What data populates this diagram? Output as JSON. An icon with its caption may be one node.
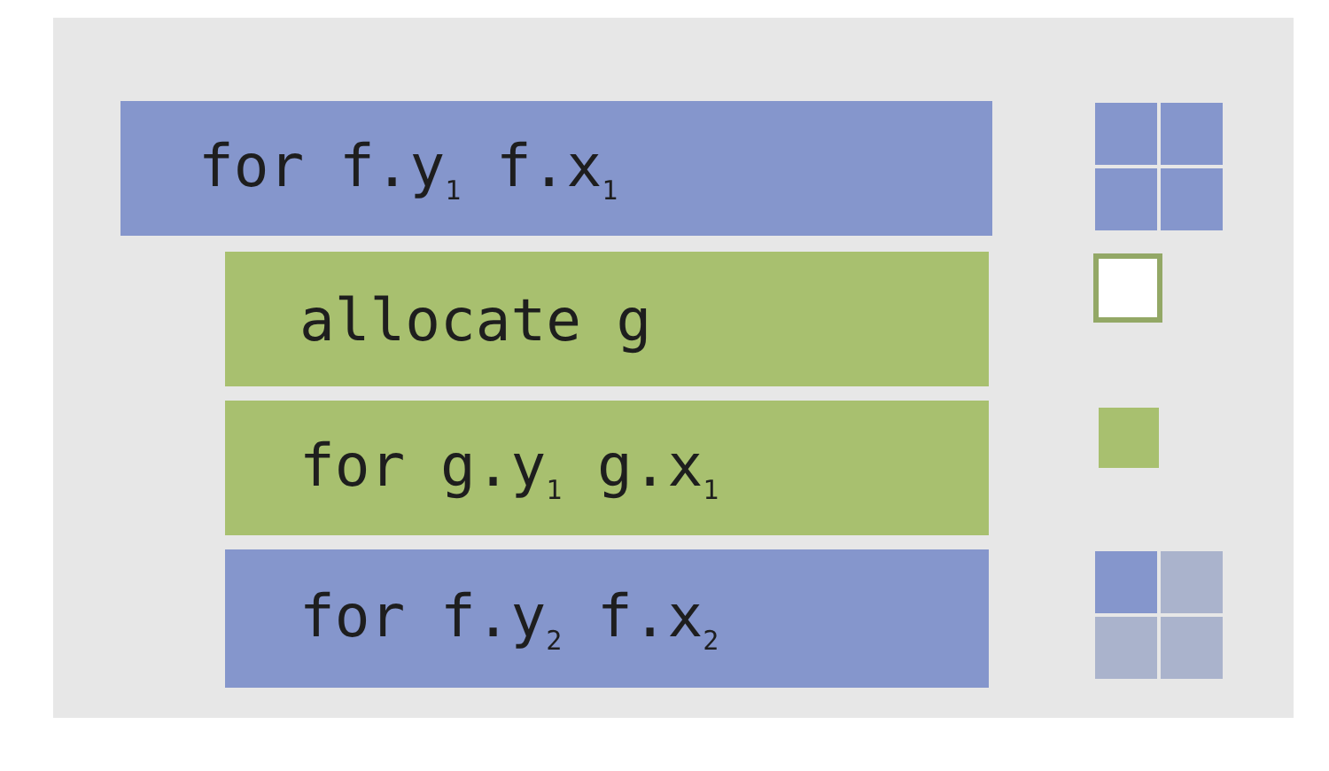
{
  "diagram": {
    "nodes": [
      {
        "text": [
          "for f.y$_{1}$ f.x$_{1}$"
        ]
      },
      {
        "text": [
          "allocate g"
        ]
      },
      {
        "text": [
          "for g.y$_{1}$ g.x$_{1}$"
        ]
      },
      {
        "text": [
          "for f.y$_{2}$ f.x$_{2}$"
        ]
      }
    ]
  }
}
